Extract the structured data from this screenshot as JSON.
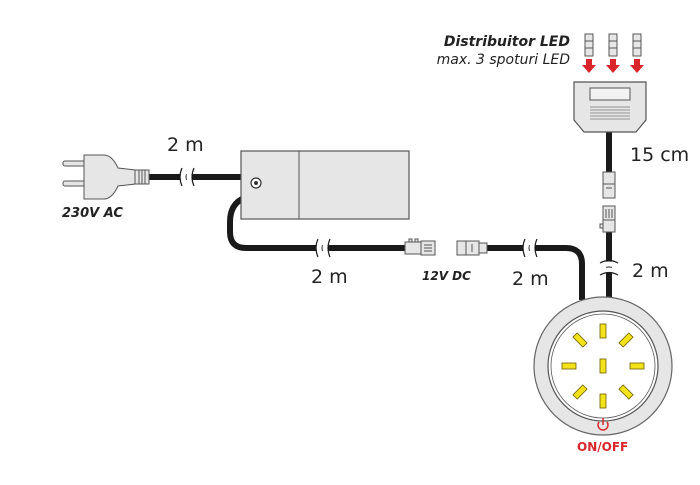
{
  "colors": {
    "cable": "#1a1a1a",
    "device_fill": "#e6e6e6",
    "device_stroke": "#555555",
    "led_fill": "#f3e21a",
    "arrow": "#d9262a",
    "onoff": "#d9262a"
  },
  "distributor": {
    "title": "Distribuitor LED",
    "subtitle": "max. 3 spoturi LED",
    "ports": 3
  },
  "labels": {
    "plug_cable_length": "2 m",
    "supply_voltage": "230V AC",
    "driver_cable_length": "2 m",
    "output_voltage": "12V DC",
    "extension_cable_length": "2 m",
    "distributor_cable_length": "15 cm",
    "spot_cable_length": "2 m",
    "switch_label": "ON/OFF"
  },
  "icons": {
    "plug": "eu-plug-icon",
    "driver": "power-supply-icon",
    "screw": "screw-icon",
    "connector": "mini-plug-connector-icon",
    "arrow": "arrow-down-icon",
    "spotlight": "led-spot-icon",
    "power": "power-icon"
  }
}
